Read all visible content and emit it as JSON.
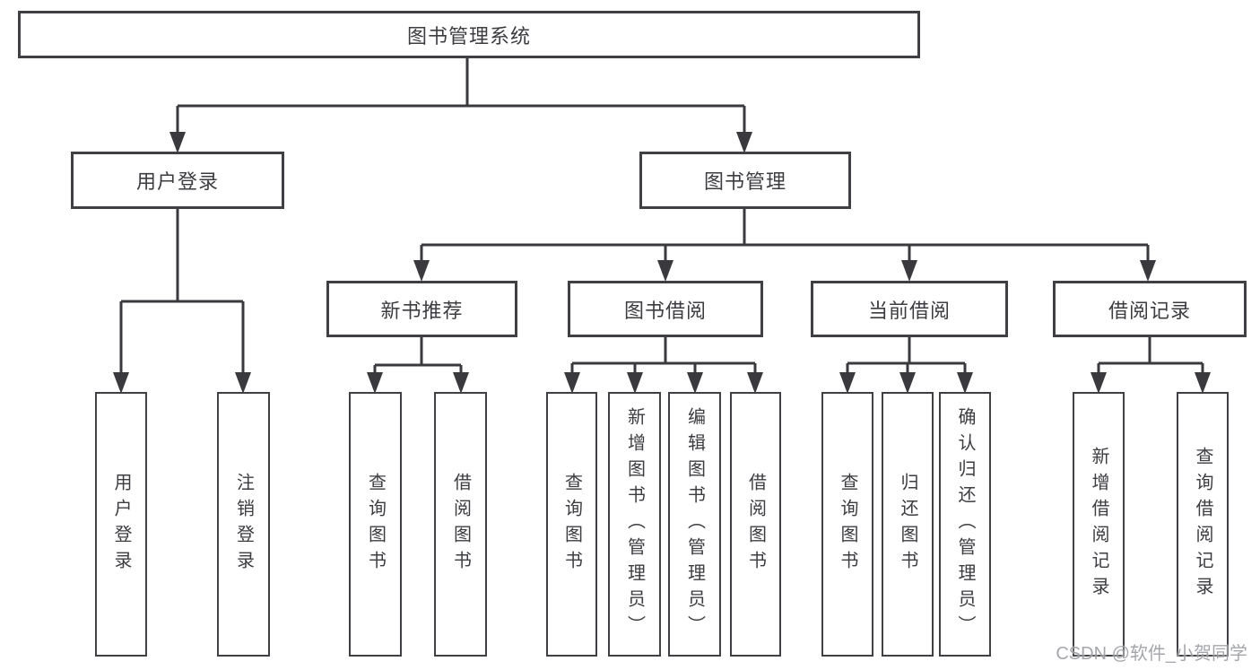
{
  "diagram": {
    "root": {
      "label": "图书管理系统"
    },
    "branches": [
      {
        "label": "用户登录",
        "children": [
          {
            "label": "用户登录"
          },
          {
            "label": "注销登录"
          }
        ]
      },
      {
        "label": "图书管理",
        "children": [
          {
            "label": "新书推荐",
            "children": [
              {
                "label": "查询图书"
              },
              {
                "label": "借阅图书"
              }
            ]
          },
          {
            "label": "图书借阅",
            "children": [
              {
                "label": "查询图书"
              },
              {
                "label": "新增图书（管理员）"
              },
              {
                "label": "编辑图书（管理员）"
              },
              {
                "label": "借阅图书"
              }
            ]
          },
          {
            "label": "当前借阅",
            "children": [
              {
                "label": "查询图书"
              },
              {
                "label": "归还图书"
              },
              {
                "label": "确认归还（管理员）"
              }
            ]
          },
          {
            "label": "借阅记录",
            "children": [
              {
                "label": "新增借阅记录"
              },
              {
                "label": "查询借阅记录"
              }
            ]
          }
        ]
      }
    ]
  },
  "watermark": {
    "text": "CSDN @软件_小贺同学"
  },
  "colors": {
    "line": "#3a3a3e",
    "box_border": "#3f3f44",
    "text": "#3c3c41",
    "watermark": "#9b9da2",
    "background": "#ffffff"
  }
}
